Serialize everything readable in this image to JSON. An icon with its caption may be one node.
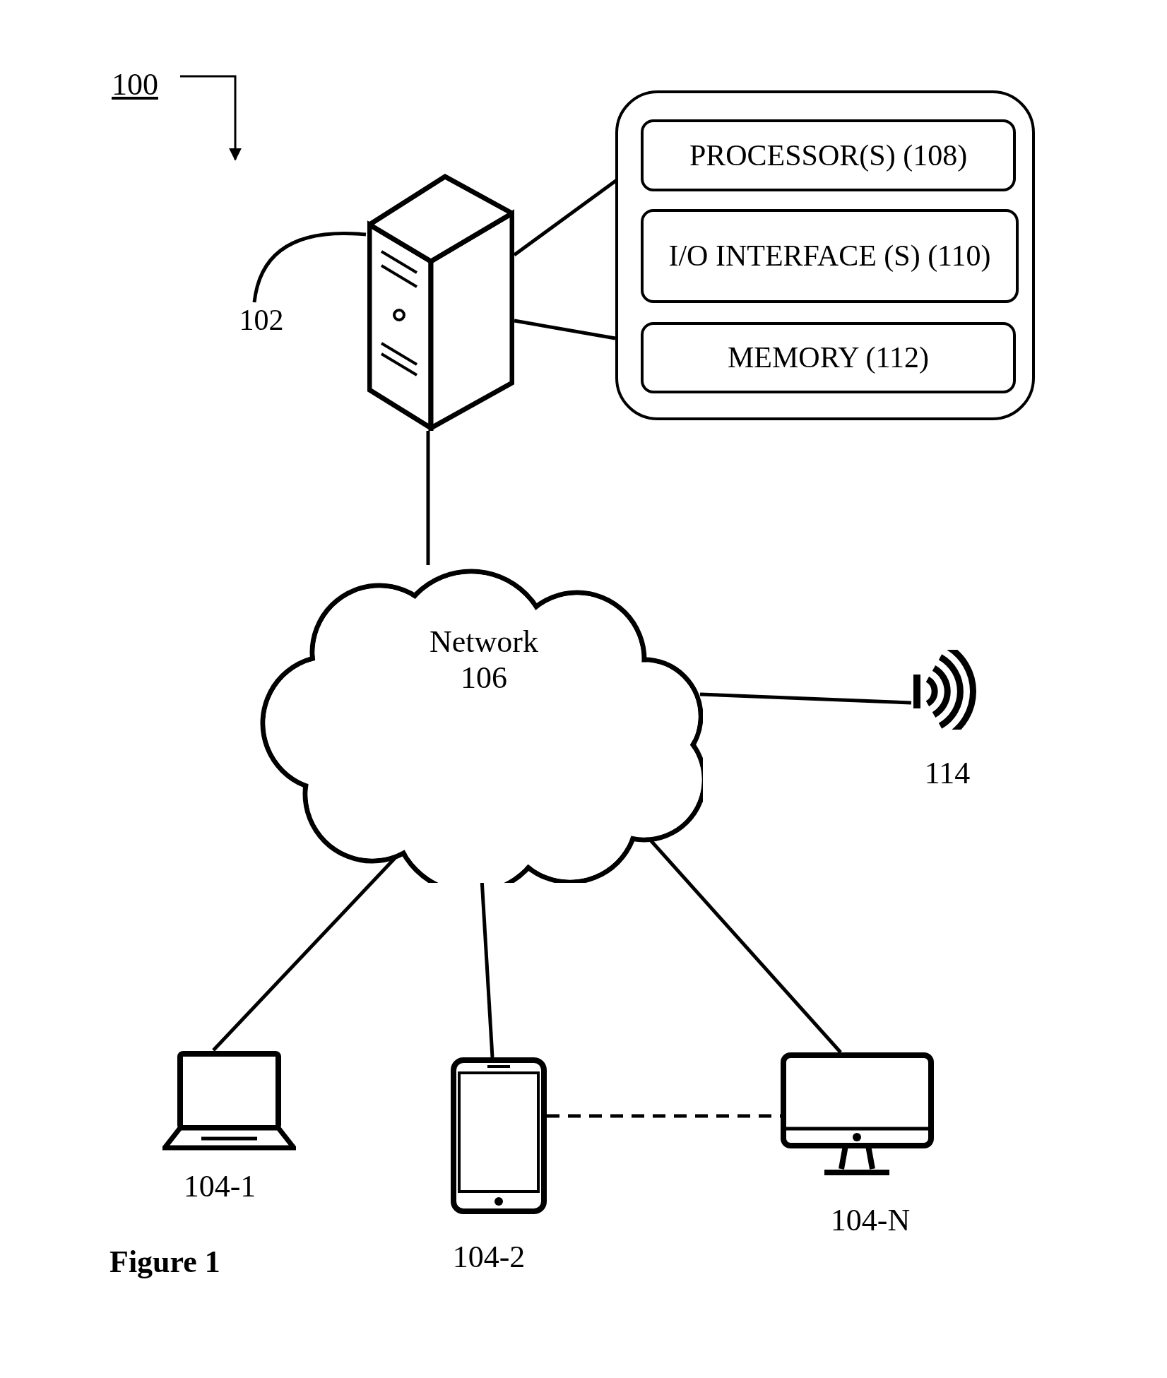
{
  "diagram": {
    "caption": "Figure 1",
    "nodes": [
      {
        "text": [
          "102"
        ]
      },
      {
        "text": [],
        "shape": "server"
      },
      {
        "text": [],
        "shape": "box"
      },
      {
        "text": [
          "PROCESSOR(S) (108)"
        ],
        "in": 2
      },
      {
        "text": [
          "I/O INTERFACE (S) (110)"
        ],
        "in": 2
      },
      {
        "text": [
          "MEMORY (112)"
        ],
        "in": 2
      },
      {
        "text": [
          "Network 106"
        ]
      },
      {
        "text": [],
        "shape": "antenna",
        "beside": [
          "114"
        ]
      },
      {
        "text": [],
        "shape": "laptop",
        "beside": [
          "104-1"
        ]
      },
      {
        "text": [],
        "shape": "phone",
        "beside": [
          "104-2"
        ]
      },
      {
        "text": [],
        "shape": "monitor",
        "beside": [
          "104-N"
        ]
      }
    ],
    "edges": [
      {
        "from": 0,
        "to": 1,
        "arrow": "none"
      },
      {
        "from": 1,
        "to": 2,
        "arrow": "none"
      },
      {
        "from": 1,
        "to": 2,
        "arrow": "none"
      },
      {
        "from": 1,
        "to": 6,
        "arrow": "none"
      },
      {
        "from": 6,
        "to": 7,
        "arrow": "none"
      },
      {
        "from": 6,
        "to": 8,
        "arrow": "none"
      },
      {
        "from": 6,
        "to": 9,
        "arrow": "none"
      },
      {
        "from": 6,
        "to": 10,
        "arrow": "none"
      },
      {
        "from": 9,
        "to": 10,
        "arrow": "none",
        "style": "dashed"
      }
    ],
    "labels": [
      "100"
    ]
  }
}
